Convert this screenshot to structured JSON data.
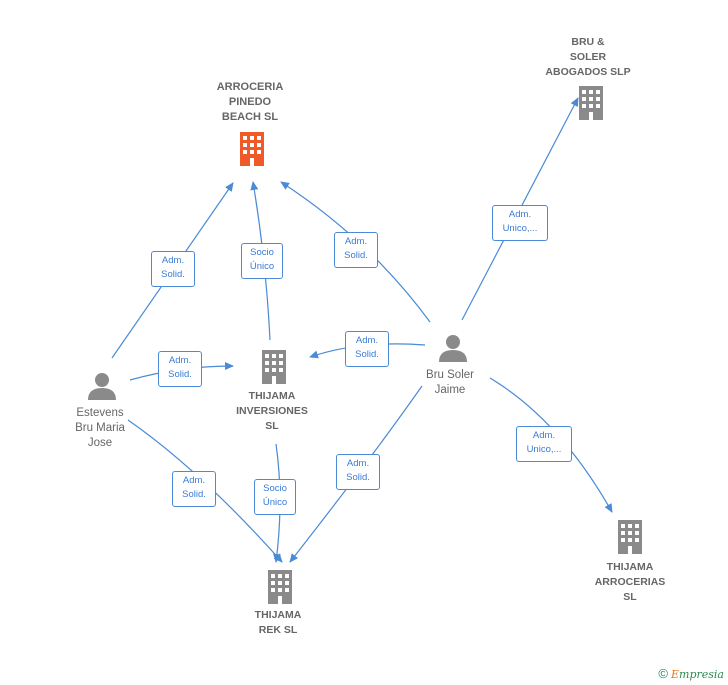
{
  "nodes": {
    "arroceria": {
      "label": "ARROCERIA\nPINEDO\nBEACH  SL",
      "type": "company-main"
    },
    "bru_soler_abogados": {
      "label": "BRU &\nSOLER\nABOGADOS SLP",
      "type": "company"
    },
    "thijama_inversiones": {
      "label": "THIJAMA\nINVERSIONES\nSL",
      "type": "company"
    },
    "thijama_rek": {
      "label": "THIJAMA\nREK  SL",
      "type": "company"
    },
    "thijama_arrocerias": {
      "label": "THIJAMA\nARROCERIAS\nSL",
      "type": "company"
    },
    "estevens": {
      "label": "Estevens\nBru Maria\nJose",
      "type": "person"
    },
    "bru_soler_jaime": {
      "label": "Bru Soler\nJaime",
      "type": "person"
    }
  },
  "edges": [
    {
      "id": "e1",
      "label": "Adm.\nSolid."
    },
    {
      "id": "e2",
      "label": "Socio\nÚnico"
    },
    {
      "id": "e3",
      "label": "Adm.\nSolid."
    },
    {
      "id": "e4",
      "label": "Adm.\nUnico,..."
    },
    {
      "id": "e5",
      "label": "Adm.\nSolid."
    },
    {
      "id": "e6",
      "label": "Adm.\nSolid."
    },
    {
      "id": "e7",
      "label": "Adm.\nSolid."
    },
    {
      "id": "e8",
      "label": "Socio\nÚnico"
    },
    {
      "id": "e9",
      "label": "Adm.\nSolid."
    },
    {
      "id": "e10",
      "label": "Adm.\nUnico,..."
    }
  ],
  "colors": {
    "edge": "#4a8ad6",
    "main_company": "#f05a28",
    "node": "#8a8a8a"
  },
  "footer": {
    "copyright": "©",
    "brand_first": "E",
    "brand_rest": "mpresia"
  }
}
